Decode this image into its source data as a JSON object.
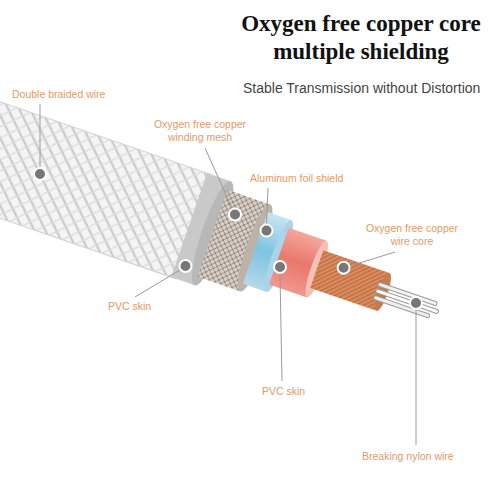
{
  "diagram": {
    "title": "Oxygen free copper core multiple shielding",
    "labels": [
      "Stable Transmission without Distortion",
      "Double braided wire",
      "Oxygen free copper winding mesh",
      "Aluminum foil shield",
      "Oxygen free copper wire core",
      "PVC skin",
      "PVC skin",
      "Breaking nylon wire"
    ]
  }
}
